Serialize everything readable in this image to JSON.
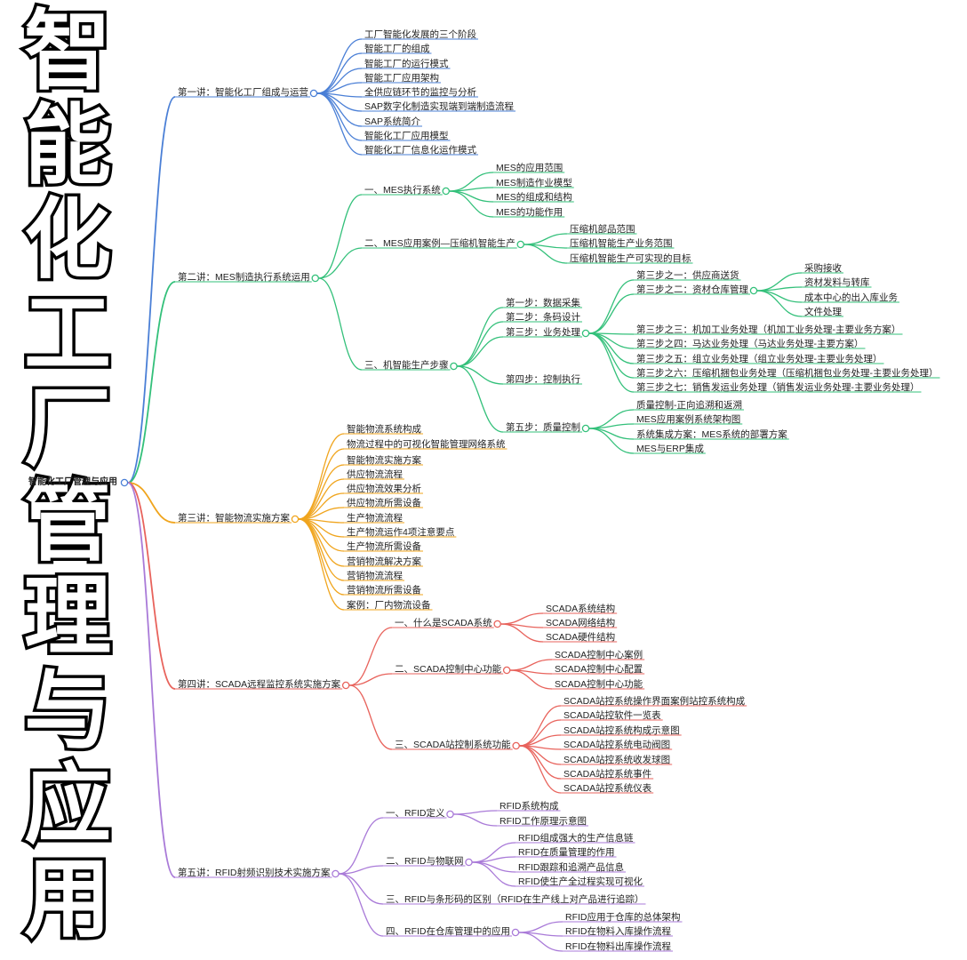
{
  "vertical_title": [
    "智",
    "能",
    "化",
    "工",
    "厂",
    "管",
    "理",
    "与",
    "应",
    "用"
  ],
  "mindmap": {
    "root": "智能化工厂管理与应用",
    "colors": {
      "l1": "#4a7fd6",
      "l2": "#33c07a",
      "l3": "#f0a51e",
      "l4": "#e8635c",
      "l5": "#a97ad8"
    },
    "branches": [
      {
        "label": "第一讲：智能化工厂组成与运营",
        "color": "#4a7fd6",
        "children": [
          {
            "label": "工厂智能化发展的三个阶段"
          },
          {
            "label": "智能工厂的组成"
          },
          {
            "label": "智能工厂的运行模式"
          },
          {
            "label": "智能工厂应用架构"
          },
          {
            "label": "全供应链环节的监控与分析"
          },
          {
            "label": "SAP数字化制造实现端到端制造流程"
          },
          {
            "label": "SAP系统简介"
          },
          {
            "label": "智能化工厂应用模型"
          },
          {
            "label": "智能化工厂信息化运作模式"
          }
        ]
      },
      {
        "label": "第二讲：MES制造执行系统运用",
        "color": "#33c07a",
        "children": [
          {
            "label": "一、MES执行系统",
            "children": [
              {
                "label": "MES的应用范围"
              },
              {
                "label": "MES制造作业模型"
              },
              {
                "label": "MES的组成和结构"
              },
              {
                "label": "MES的功能作用"
              }
            ]
          },
          {
            "label": "二、MES应用案例—压缩机智能生产",
            "children": [
              {
                "label": "压缩机部品范围"
              },
              {
                "label": "压缩机智能生产业务范围"
              },
              {
                "label": "压缩机智能生产可实现的目标"
              }
            ]
          },
          {
            "label": "三、机智能生产步骤",
            "children": [
              {
                "label": "第一步：数据采集"
              },
              {
                "label": "第二步：条码设计"
              },
              {
                "label": "第三步：业务处理",
                "children": [
                  {
                    "label": "第三步之一：供应商送货"
                  },
                  {
                    "label": "第三步之二：资材仓库管理",
                    "children": [
                      {
                        "label": "采购接收"
                      },
                      {
                        "label": "资材发料与转库"
                      },
                      {
                        "label": "成本中心的出入库业务"
                      },
                      {
                        "label": "文件处理"
                      }
                    ]
                  },
                  {
                    "label": "第三步之三：机加工业务处理（机加工业务处理-主要业务方案）"
                  },
                  {
                    "label": "第三步之四：马达业务处理（马达业务处理-主要方案）"
                  },
                  {
                    "label": "第三步之五：组立业务处理（组立业务处理-主要业务处理）"
                  },
                  {
                    "label": "第三步之六：压缩机捆包业务处理（压缩机捆包业务处理-主要业务处理）"
                  },
                  {
                    "label": "第三步之七：销售发运业务处理（销售发运业务处理-主要业务处理）"
                  }
                ]
              },
              {
                "label": "第四步：控制执行"
              },
              {
                "label": "第五步：质量控制",
                "children": [
                  {
                    "label": "质量控制-正向追溯和返溯"
                  },
                  {
                    "label": "MES应用案例系统架构图"
                  },
                  {
                    "label": "系统集成方案：MES系统的部署方案"
                  },
                  {
                    "label": "MES与ERP集成"
                  }
                ]
              }
            ]
          }
        ]
      },
      {
        "label": "第三讲：智能物流实施方案",
        "color": "#f0a51e",
        "children": [
          {
            "label": "智能物流系统构成"
          },
          {
            "label": "物流过程中的可视化智能管理网络系统"
          },
          {
            "label": "智能物流实施方案"
          },
          {
            "label": "供应物流流程"
          },
          {
            "label": "供应物流效果分析"
          },
          {
            "label": "供应物流所需设备"
          },
          {
            "label": "生产物流流程"
          },
          {
            "label": "生产物流运作4项注意要点"
          },
          {
            "label": "生产物流所需设备"
          },
          {
            "label": "营销物流解决方案"
          },
          {
            "label": "营销物流流程"
          },
          {
            "label": "营销物流所需设备"
          },
          {
            "label": "案例：厂内物流设备"
          }
        ]
      },
      {
        "label": "第四讲：SCADA远程监控系统实施方案",
        "color": "#e8635c",
        "children": [
          {
            "label": "一、什么是SCADA系统",
            "children": [
              {
                "label": "SCADA系统结构"
              },
              {
                "label": "SCADA网络结构"
              },
              {
                "label": "SCADA硬件结构"
              }
            ]
          },
          {
            "label": "二、SCADA控制中心功能",
            "children": [
              {
                "label": "SCADA控制中心案例"
              },
              {
                "label": "SCADA控制中心配置"
              },
              {
                "label": "SCADA控制中心功能"
              }
            ]
          },
          {
            "label": "三、SCADA站控制系统功能",
            "children": [
              {
                "label": "SCADA站控系统操作界面案例站控系统构成"
              },
              {
                "label": "SCADA站控软件一览表"
              },
              {
                "label": "SCADA站控系统构成示意图"
              },
              {
                "label": "SCADA站控系统电动阀图"
              },
              {
                "label": "SCADA站控系统收发球图"
              },
              {
                "label": "SCADA站控系统事件"
              },
              {
                "label": "SCADA站控系统仪表"
              }
            ]
          }
        ]
      },
      {
        "label": "第五讲：RFID射频识别技术实施方案",
        "color": "#a97ad8",
        "children": [
          {
            "label": "一、RFID定义",
            "children": [
              {
                "label": "RFID系统构成"
              },
              {
                "label": "RFID工作原理示意图"
              }
            ]
          },
          {
            "label": "二、RFID与物联网",
            "children": [
              {
                "label": "RFID组成强大的生产信息链"
              },
              {
                "label": "RFID在质量管理的作用"
              },
              {
                "label": "RFID跟踪和追溯产品信息"
              },
              {
                "label": "RFID使生产全过程实现可视化"
              }
            ]
          },
          {
            "label": "三、RFID与条形码的区别（RFID在生产线上对产品进行追踪）"
          },
          {
            "label": "四、RFID在仓库管理中的应用",
            "children": [
              {
                "label": "RFID应用于仓库的总体架构"
              },
              {
                "label": "RFID在物料入库操作流程"
              },
              {
                "label": "RFID在物料出库操作流程"
              }
            ]
          }
        ]
      }
    ]
  }
}
